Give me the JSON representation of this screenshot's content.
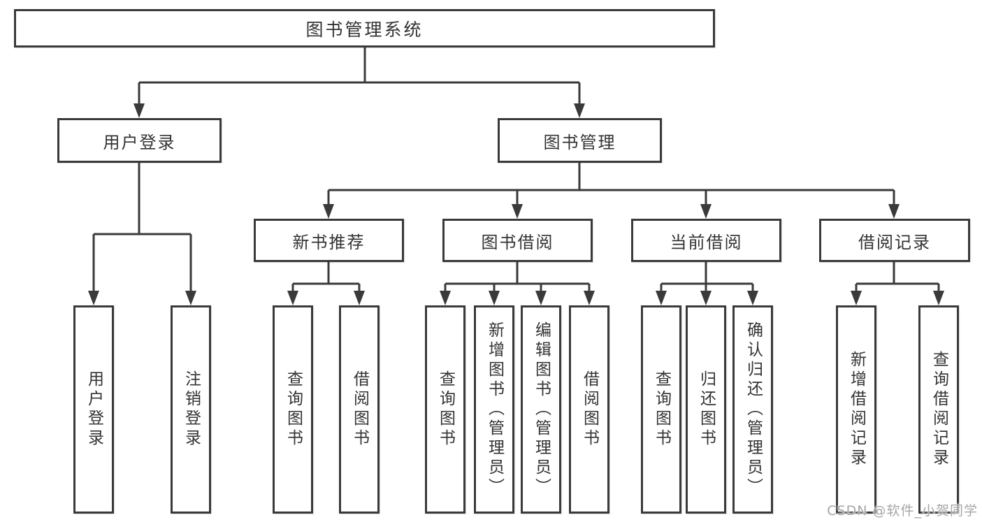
{
  "diagram": {
    "root": {
      "label": "图书管理系统"
    },
    "level2": [
      {
        "label": "用户登录"
      },
      {
        "label": "图书管理"
      }
    ],
    "level3": [
      {
        "label": "新书推荐"
      },
      {
        "label": "图书借阅"
      },
      {
        "label": "当前借阅"
      },
      {
        "label": "借阅记录"
      }
    ],
    "leaves": {
      "user_login": [
        "用户登录",
        "注销登录"
      ],
      "new_books": [
        "查询图书",
        "借阅图书"
      ],
      "book_borrow": [
        "查询图书",
        "新增图书（管理员）",
        "编辑图书（管理员）",
        "借阅图书"
      ],
      "current_borrow": [
        "查询图书",
        "归还图书",
        "确认归还（管理员）"
      ],
      "borrow_records": [
        "新增借阅记录",
        "查询借阅记录"
      ]
    }
  },
  "watermark": {
    "text": "CSDN @软件_小贺同学"
  },
  "colors": {
    "line": "#3a3a3a",
    "text": "#333333",
    "box_bg": "#ffffff",
    "background": "#ffffff",
    "watermark": "#a6a6a6"
  }
}
